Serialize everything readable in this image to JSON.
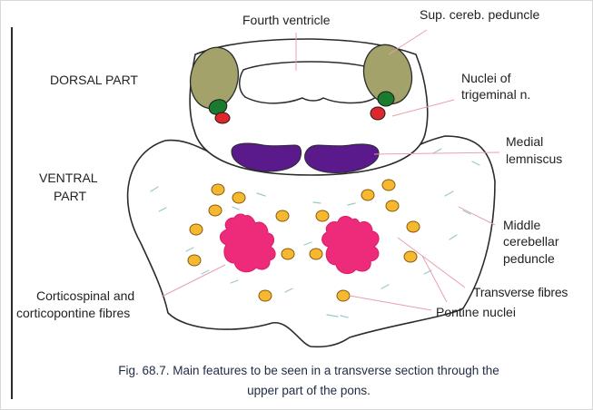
{
  "labels": {
    "fourth_ventricle": "Fourth ventricle",
    "sup_cereb_peduncle": "Sup. cereb. peduncle",
    "dorsal_part": "DORSAL PART",
    "nuclei_trigeminal_line1": "Nuclei of",
    "nuclei_trigeminal_line2": "trigeminal n.",
    "medial_lemniscus_line1": "Medial",
    "medial_lemniscus_line2": "lemniscus",
    "ventral_part_line1": "VENTRAL",
    "ventral_part_line2": "PART",
    "middle_cerebellar_line1": "Middle",
    "middle_cerebellar_line2": "cerebellar",
    "middle_cerebellar_line3": "peduncle",
    "corticospinal_line1": "Corticospinal and",
    "corticospinal_line2": "corticopontine fibres",
    "transverse_fibres": "Transverse fibres",
    "pontine_nuclei": "Pontine nuclei"
  },
  "caption": {
    "line1": "Fig. 68.7. Main features to be seen in a transverse section through the",
    "line2": "upper part of the pons."
  },
  "colors": {
    "outline": "#2b2b2b",
    "peduncle": "#a3a26a",
    "trigeminal_green": "#1a7a2e",
    "trigeminal_red": "#e0262b",
    "lemniscus": "#5b1a8c",
    "corticospinal": "#ee2a7b",
    "pontine_nuclei": "#f5b82e",
    "leader_lines": "#e8a0b0",
    "fibres": "#9cc7cf"
  }
}
